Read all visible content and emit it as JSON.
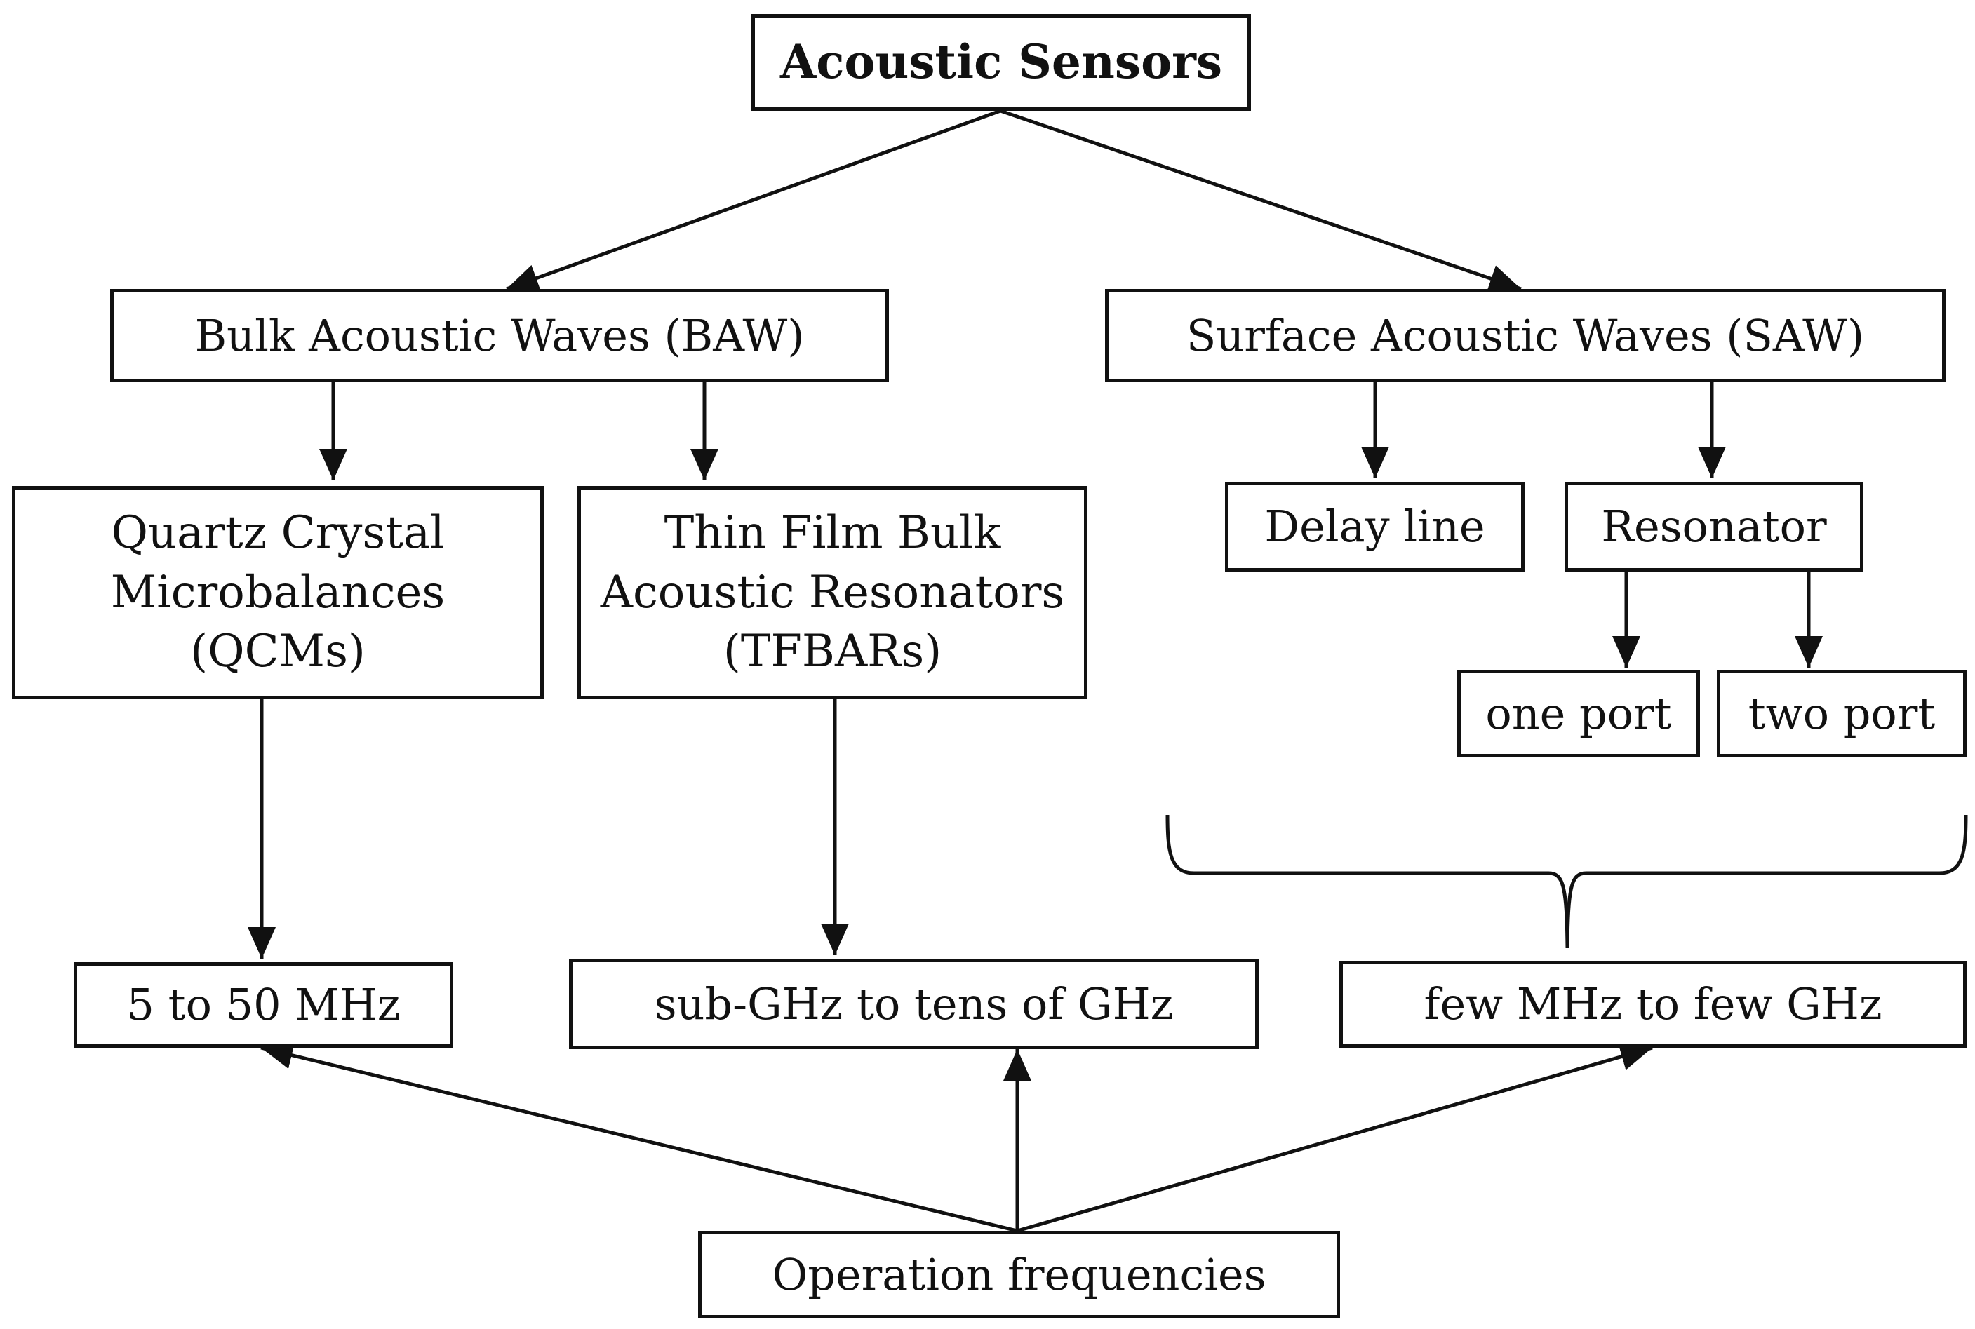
{
  "diagram": {
    "root": {
      "label": "Acoustic Sensors"
    },
    "baw": {
      "label": "Bulk Acoustic Waves (BAW)",
      "qcm": "Quartz Crystal\nMicrobalances\n(QCMs)",
      "tfbar": "Thin Film Bulk\nAcoustic Resonators\n(TFBARs)"
    },
    "saw": {
      "label": "Surface Acoustic Waves (SAW)",
      "delay_line": "Delay line",
      "resonator": "Resonator",
      "one_port": "one port",
      "two_port": "two port"
    },
    "frequencies": {
      "qcm_range": "5 to 50 MHz",
      "tfbar_range": "sub-GHz to tens of GHz",
      "saw_range": "few MHz to few GHz",
      "operation": "Operation frequencies"
    }
  }
}
